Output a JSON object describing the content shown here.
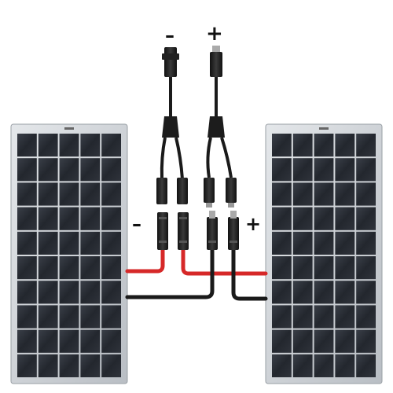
{
  "polarity": {
    "top_negative": "–",
    "top_positive": "+",
    "left_negative": "–",
    "right_positive": "+"
  },
  "colors": {
    "negative_cable": "#d62828",
    "positive_cable": "#1a1a1a",
    "panel_frame": "#c9cdd2",
    "panel_cell": "#2a2e36"
  },
  "panels": [
    {
      "name": "left-solar-panel",
      "rows": 10,
      "cols": 5
    },
    {
      "name": "right-solar-panel",
      "rows": 10,
      "cols": 5
    }
  ]
}
